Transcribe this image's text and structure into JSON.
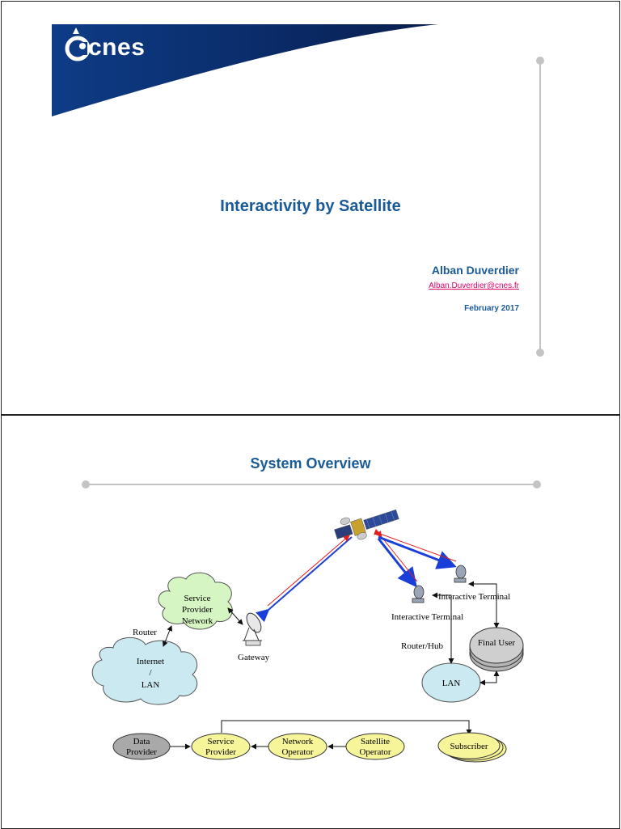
{
  "slide1": {
    "logo_text": "cnes",
    "title": "Interactivity by Satellite",
    "author": "Alban Duverdier",
    "email": "Alban.Duverdier@cnes.fr",
    "date": "February 2017",
    "colors": {
      "title": "#1a5a96",
      "email": "#e0006a",
      "banner": "#0a2a6a"
    }
  },
  "slide2": {
    "title": "System Overview",
    "diagram": {
      "service_provider_network": [
        "Service",
        "Provider",
        "Network"
      ],
      "internet_lan": [
        "Internet",
        "/",
        "LAN"
      ],
      "router": "Router",
      "gateway": "Gateway",
      "interactive_terminal_1": "Interactive Terminal",
      "interactive_terminal_2": "Interactive Terminal",
      "router_hub": "Router/Hub",
      "final_user": "Final User",
      "lan": "LAN",
      "chain": {
        "data_provider": [
          "Data",
          "Provider"
        ],
        "service_provider": [
          "Service",
          "Provider"
        ],
        "network_operator": [
          "Network",
          "Operator"
        ],
        "satellite_operator": [
          "Satellite",
          "Operator"
        ],
        "subscriber": "Subscriber"
      }
    }
  }
}
